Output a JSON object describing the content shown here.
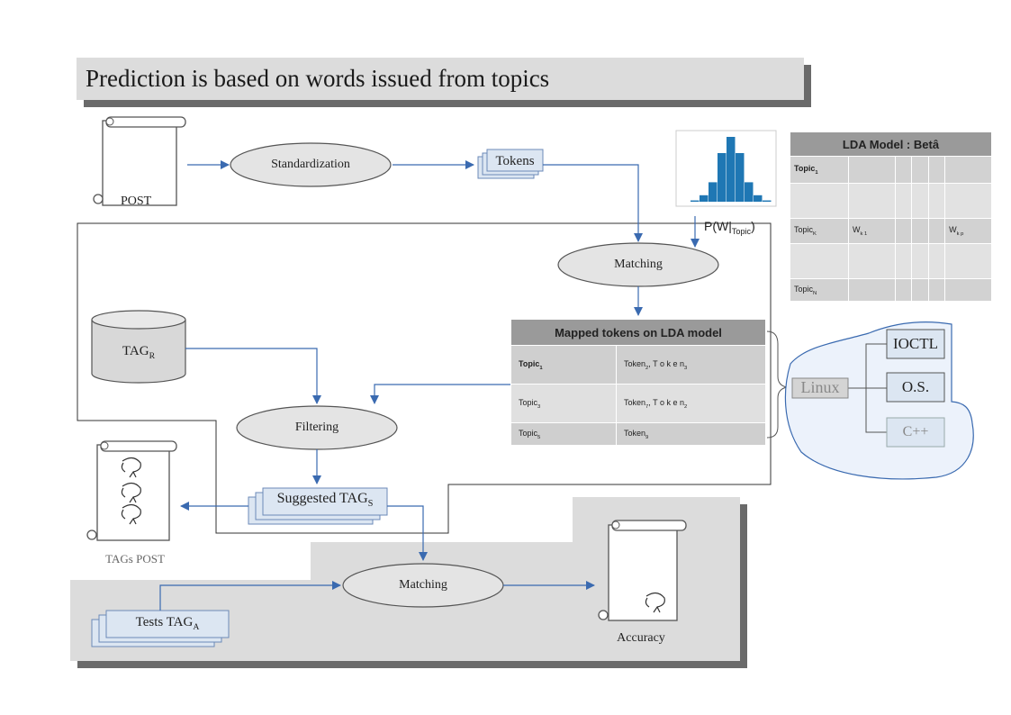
{
  "title": "Prediction is based on words issued from topics",
  "nodes": {
    "post": "POST",
    "standardization": "Standardization",
    "tokens": "Tokens",
    "matching_top": "Matching",
    "tag_r": "TAG",
    "tag_r_sub": "R",
    "filtering": "Filtering",
    "suggested": "Suggested TAG",
    "suggested_sub": "S",
    "tags_post": "TAGs POST",
    "matching_bottom": "Matching",
    "tests": "Tests TAG",
    "tests_sub": "A",
    "accuracy": "Accuracy",
    "p_w_prefix": "P(W|",
    "p_w_sub": "Topic",
    "p_w_suffix": ")"
  },
  "lda_table": {
    "title": "LDA Model : Betâ",
    "topic_1": "Topic",
    "topic_1_sub": "1",
    "topic_k": "Topic",
    "topic_k_sub": "K",
    "w_k1": "W",
    "w_k1_sub": "k 1",
    "w_kp": "W",
    "w_kp_sub": "k p",
    "topic_n": "Topic",
    "topic_n_sub": "N"
  },
  "mapped_table": {
    "title": "Mapped tokens on LDA model",
    "rows": [
      {
        "topic": "Topic",
        "topic_sub": "1",
        "tokens_a": "Token",
        "tokens_a_sub": "2",
        "tokens_b": ", T o k e n",
        "tokens_b_sub": "3"
      },
      {
        "topic": "Topic",
        "topic_sub": "3",
        "tokens_a": "Token",
        "tokens_a_sub": "7",
        "tokens_b": ", T o k e n",
        "tokens_b_sub": "2"
      },
      {
        "topic": "Topic",
        "topic_sub": "5",
        "tokens_a": "Token",
        "tokens_a_sub": "9",
        "tokens_b": "",
        "tokens_b_sub": ""
      }
    ]
  },
  "cluster": {
    "linux": "Linux",
    "ioctl": "IOCTL",
    "os": "O.S.",
    "cpp": "C++"
  },
  "colors": {
    "arrow": "#3a6ab0",
    "node_fill": "#e4e4e4",
    "node_stroke": "#555555",
    "histogram_bar": "#1f77b4",
    "cluster_fill": "#ecf2fb"
  },
  "chart_data": {
    "type": "bar",
    "values": [
      2,
      10,
      30,
      75,
      100,
      75,
      30,
      10,
      2
    ]
  }
}
